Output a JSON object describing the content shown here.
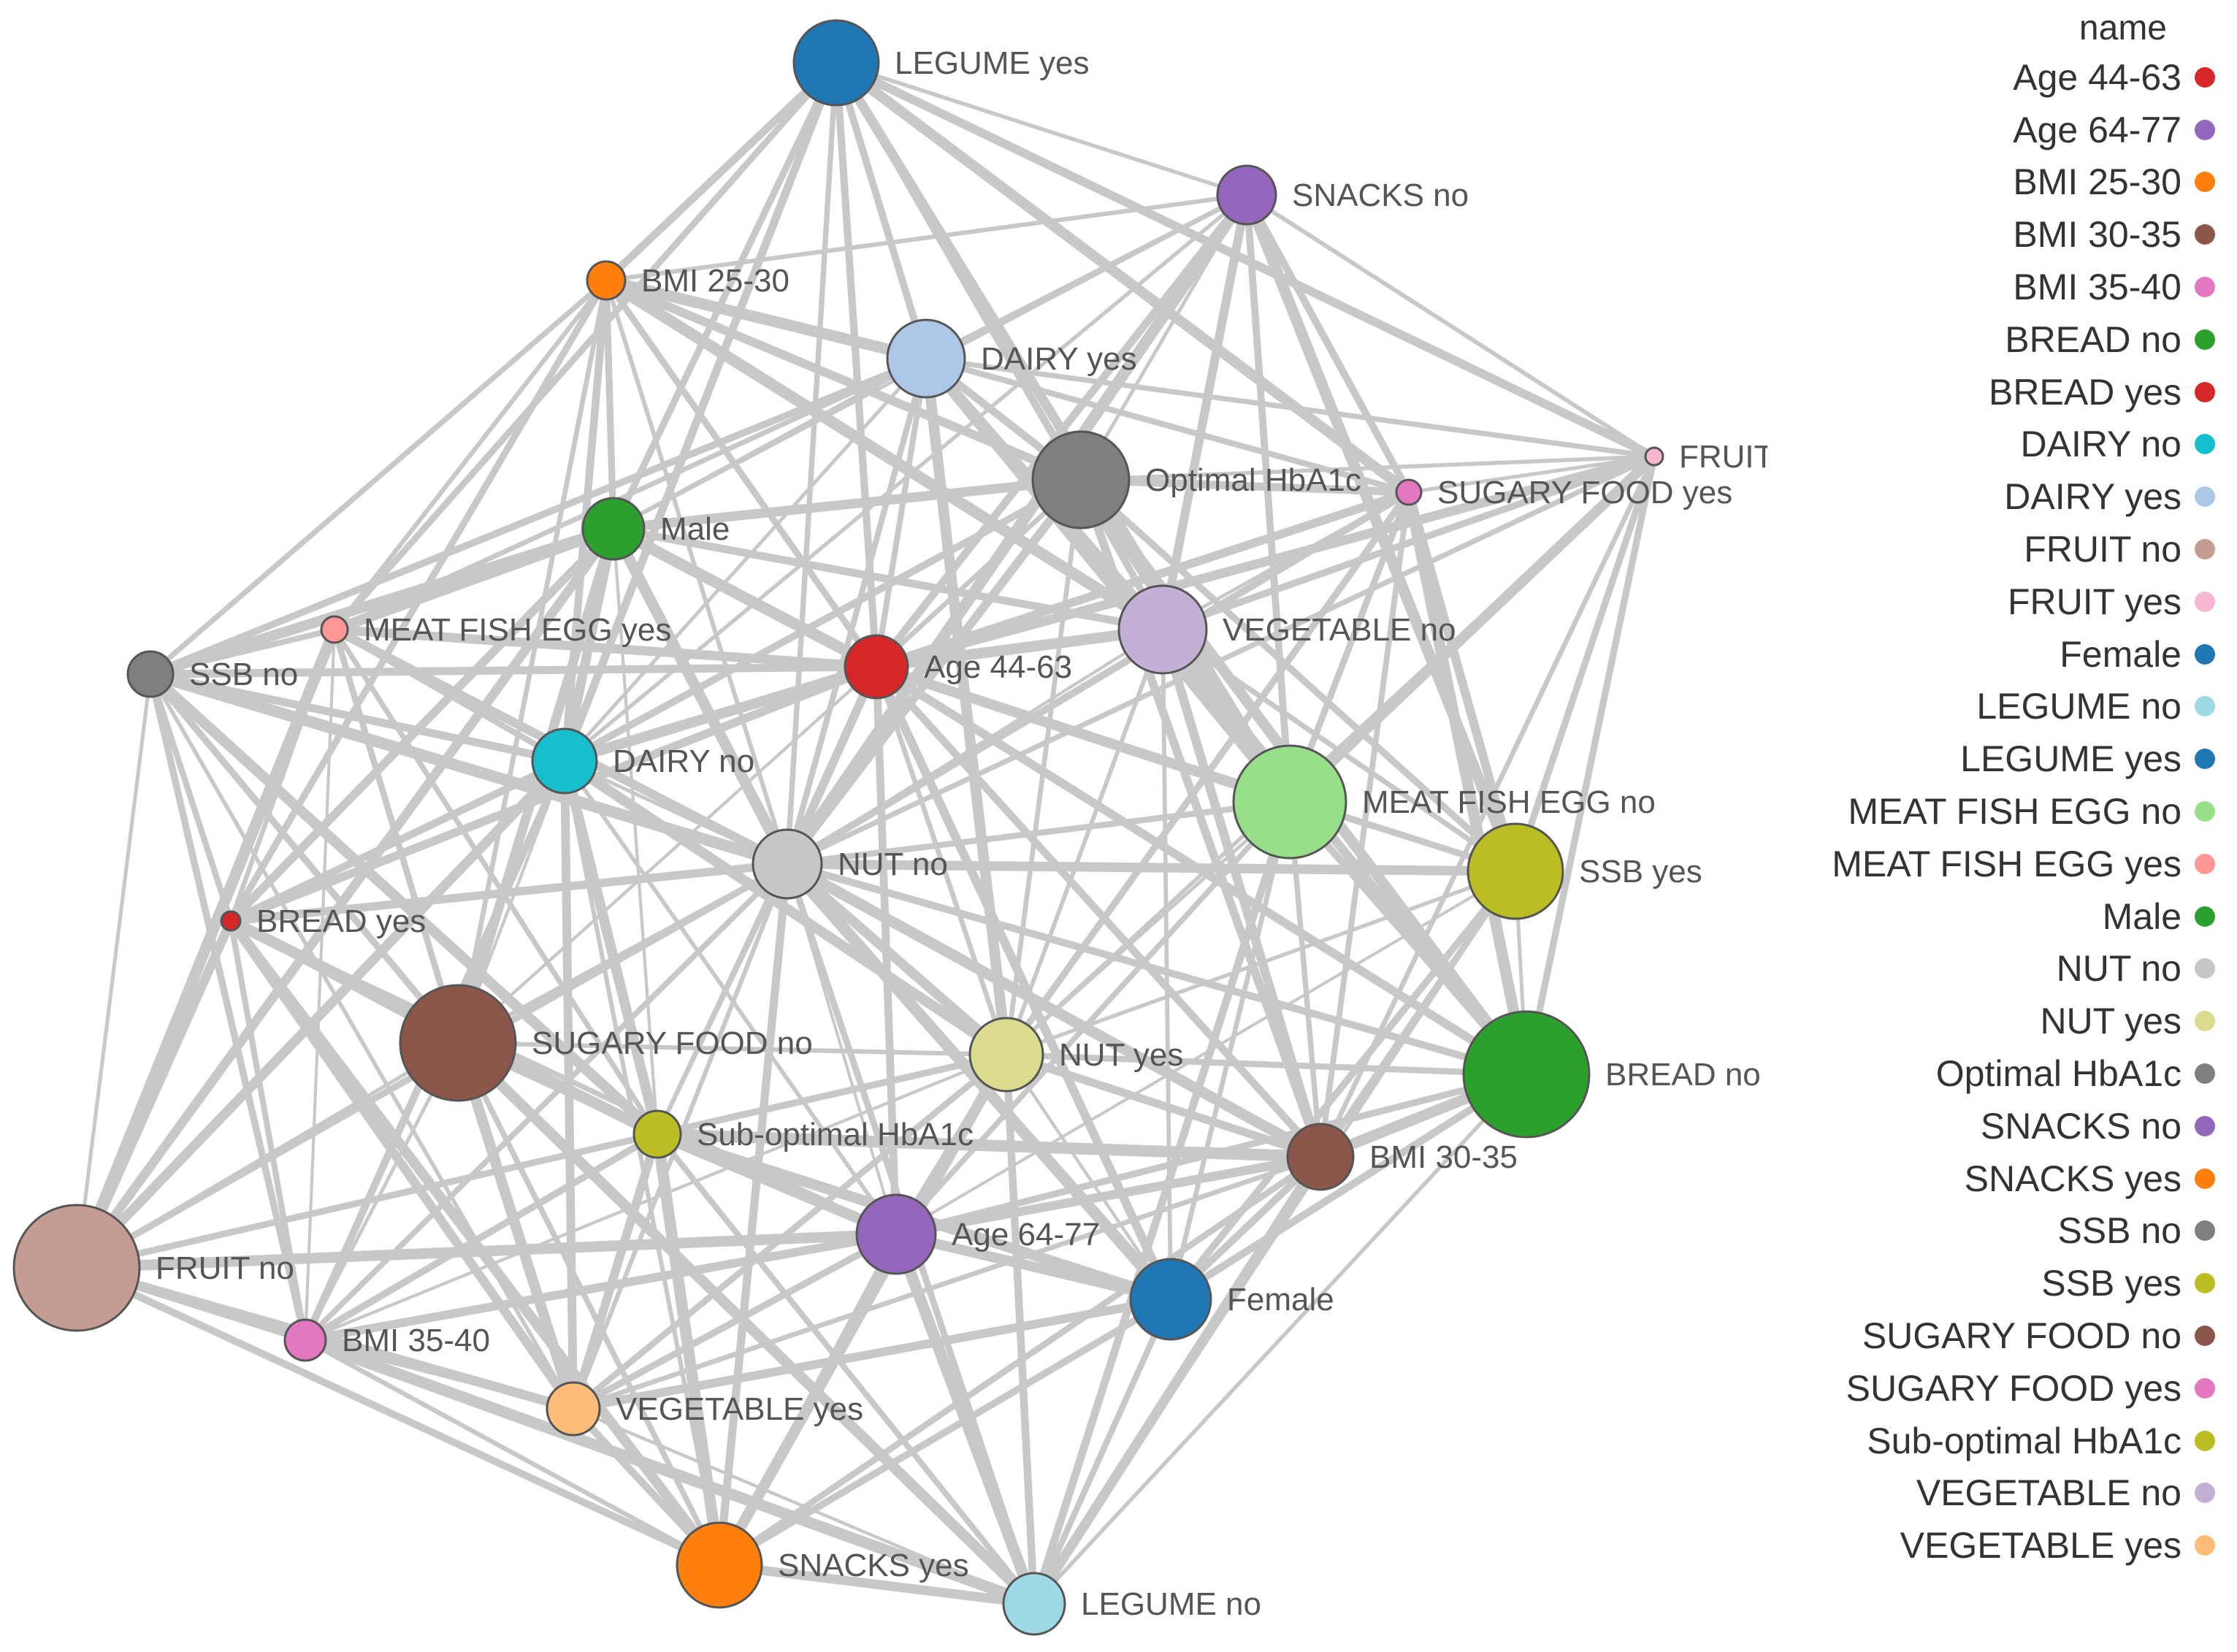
{
  "legend": {
    "title": "name",
    "items": [
      {
        "label": "Age 44-63",
        "color": "#d62728"
      },
      {
        "label": "Age 64-77",
        "color": "#9467bd"
      },
      {
        "label": "BMI 25-30",
        "color": "#ff7f0e"
      },
      {
        "label": "BMI 30-35",
        "color": "#8c564b"
      },
      {
        "label": "BMI 35-40",
        "color": "#e377c2"
      },
      {
        "label": "BREAD no",
        "color": "#2ca02c"
      },
      {
        "label": "BREAD yes",
        "color": "#d62728"
      },
      {
        "label": "DAIRY no",
        "color": "#17becf"
      },
      {
        "label": "DAIRY yes",
        "color": "#aec7e8"
      },
      {
        "label": "FRUIT no",
        "color": "#c49c94"
      },
      {
        "label": "FRUIT yes",
        "color": "#f7b6d2"
      },
      {
        "label": "Female",
        "color": "#1f77b4"
      },
      {
        "label": "LEGUME no",
        "color": "#9edae5"
      },
      {
        "label": "LEGUME yes",
        "color": "#1f77b4"
      },
      {
        "label": "MEAT FISH EGG no",
        "color": "#98df8a"
      },
      {
        "label": "MEAT FISH EGG yes",
        "color": "#ff9896"
      },
      {
        "label": "Male",
        "color": "#2ca02c"
      },
      {
        "label": "NUT no",
        "color": "#c7c7c7"
      },
      {
        "label": "NUT yes",
        "color": "#dbdb8d"
      },
      {
        "label": "Optimal HbA1c",
        "color": "#7f7f7f"
      },
      {
        "label": "SNACKS no",
        "color": "#9467bd"
      },
      {
        "label": "SNACKS yes",
        "color": "#ff7f0e"
      },
      {
        "label": "SSB no",
        "color": "#7f7f7f"
      },
      {
        "label": "SSB yes",
        "color": "#bcbd22"
      },
      {
        "label": "SUGARY FOOD no",
        "color": "#8c564b"
      },
      {
        "label": "SUGARY FOOD yes",
        "color": "#e377c2"
      },
      {
        "label": "Sub-optimal HbA1c",
        "color": "#bcbd22"
      },
      {
        "label": "VEGETABLE no",
        "color": "#c5b0d5"
      },
      {
        "label": "VEGETABLE yes",
        "color": "#ffbb78"
      }
    ]
  },
  "nodes": [
    {
      "id": "legume_yes",
      "label": "LEGUME yes",
      "color": "#1f77b4"
    },
    {
      "id": "snacks_no",
      "label": "SNACKS no",
      "color": "#9467bd"
    },
    {
      "id": "bmi_25_30",
      "label": "BMI 25-30",
      "color": "#ff7f0e"
    },
    {
      "id": "dairy_yes",
      "label": "DAIRY yes",
      "color": "#aec7e8"
    },
    {
      "id": "optimal_hba1c",
      "label": "Optimal HbA1c",
      "color": "#7f7f7f"
    },
    {
      "id": "sugary_food_yes",
      "label": "SUGARY FOOD yes",
      "color": "#e377c2"
    },
    {
      "id": "fruit_yes",
      "label": "FRUIT yes",
      "color": "#f7b6d2"
    },
    {
      "id": "male",
      "label": "Male",
      "color": "#2ca02c"
    },
    {
      "id": "meat_fish_egg_yes",
      "label": "MEAT FISH EGG yes",
      "color": "#ff9896"
    },
    {
      "id": "ssb_no",
      "label": "SSB no",
      "color": "#7f7f7f"
    },
    {
      "id": "vegetable_no",
      "label": "VEGETABLE no",
      "color": "#c5b0d5"
    },
    {
      "id": "age_44_63",
      "label": "Age 44-63",
      "color": "#d62728"
    },
    {
      "id": "dairy_no",
      "label": "DAIRY no",
      "color": "#17becf"
    },
    {
      "id": "meat_fish_egg_no",
      "label": "MEAT FISH EGG no",
      "color": "#98df8a"
    },
    {
      "id": "nut_no",
      "label": "NUT no",
      "color": "#c7c7c7"
    },
    {
      "id": "ssb_yes",
      "label": "SSB yes",
      "color": "#bcbd22"
    },
    {
      "id": "bread_yes",
      "label": "BREAD yes",
      "color": "#d62728"
    },
    {
      "id": "sugary_food_no",
      "label": "SUGARY FOOD no",
      "color": "#8c564b"
    },
    {
      "id": "nut_yes",
      "label": "NUT yes",
      "color": "#dbdb8d"
    },
    {
      "id": "bread_no",
      "label": "BREAD no",
      "color": "#2ca02c"
    },
    {
      "id": "sub_optimal_hba1c",
      "label": "Sub-optimal HbA1c",
      "color": "#bcbd22"
    },
    {
      "id": "bmi_30_35",
      "label": "BMI 30-35",
      "color": "#8c564b"
    },
    {
      "id": "age_64_77",
      "label": "Age 64-77",
      "color": "#9467bd"
    },
    {
      "id": "fruit_no",
      "label": "FRUIT no",
      "color": "#c49c94"
    },
    {
      "id": "female",
      "label": "Female",
      "color": "#1f77b4"
    },
    {
      "id": "bmi_35_40",
      "label": "BMI 35-40",
      "color": "#e377c2"
    },
    {
      "id": "vegetable_yes",
      "label": "VEGETABLE yes",
      "color": "#ffbb78"
    },
    {
      "id": "snacks_yes",
      "label": "SNACKS yes",
      "color": "#ff7f0e"
    },
    {
      "id": "legume_no",
      "label": "LEGUME no",
      "color": "#9edae5"
    }
  ],
  "edge_color": "#c8c8c8"
}
